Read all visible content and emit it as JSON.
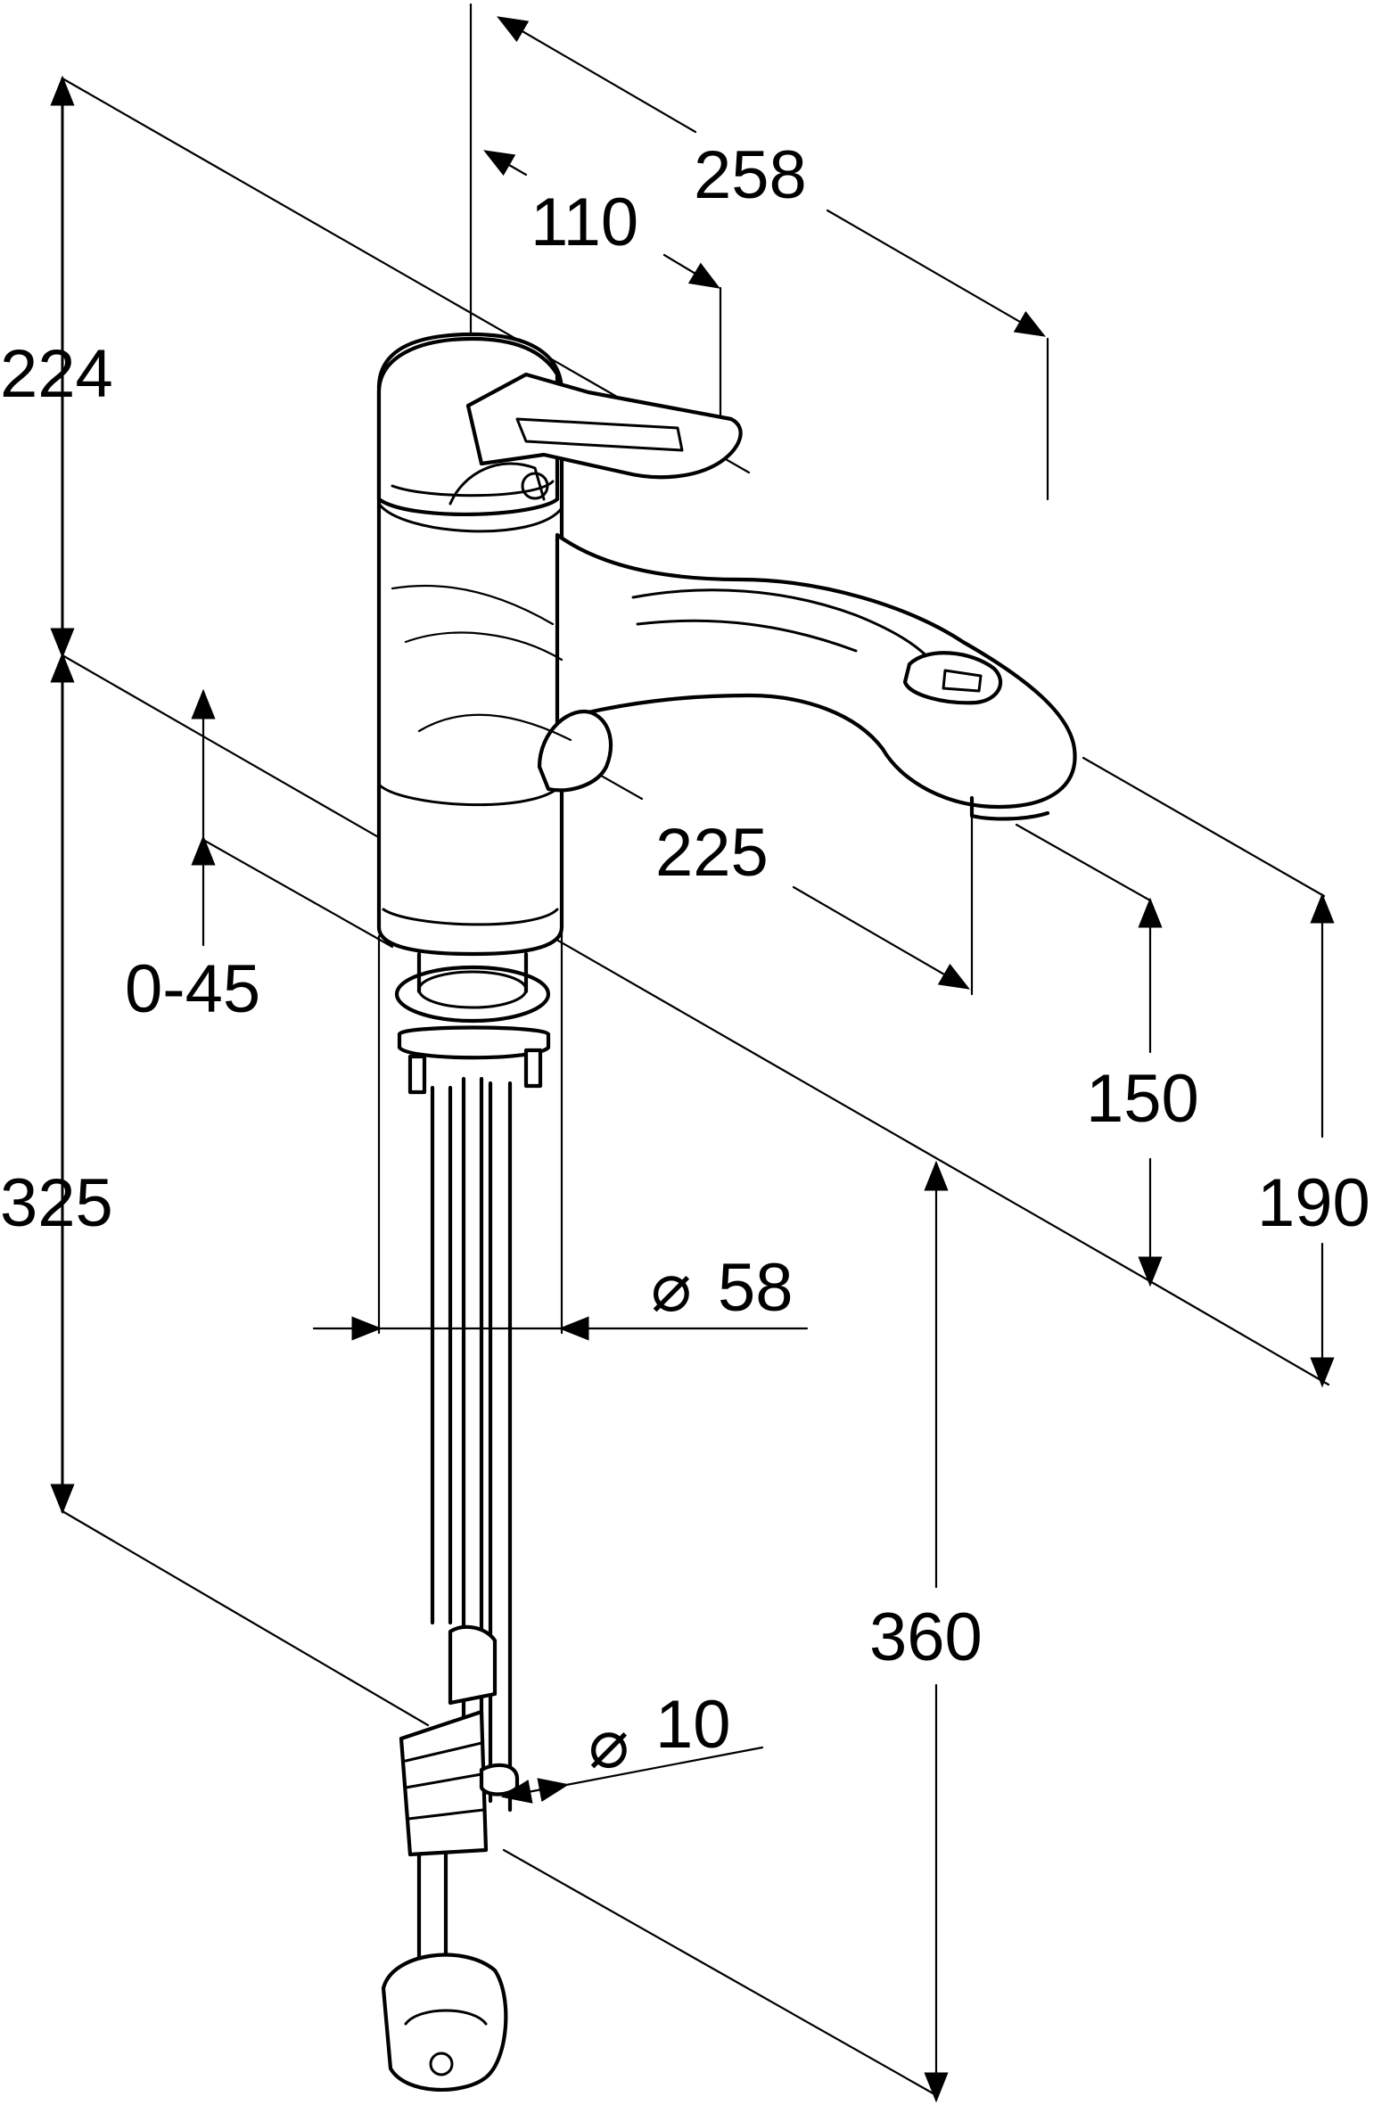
{
  "drawing": {
    "dimensions": {
      "width_total": "258",
      "handle_offset": "110",
      "height_top": "224",
      "spout_reach": "225",
      "swivel_range": "0-45",
      "spout_clearance": "150",
      "outlet_height": "190",
      "base_height": "325",
      "base_diameter": "58",
      "hose_length": "360",
      "hose_diameter": "10"
    },
    "symbols": {
      "diameter": "⌀"
    }
  }
}
